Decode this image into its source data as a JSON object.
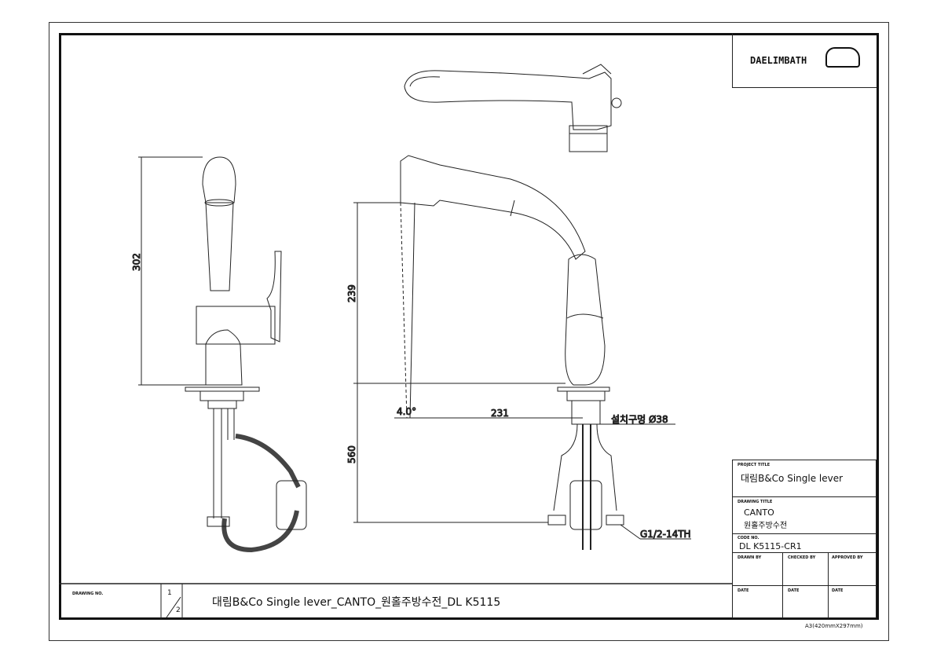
{
  "logo": {
    "text": "DAELIMBATH"
  },
  "dimensions": {
    "side_height": "302",
    "spout_height": "239",
    "angle": "4.0°",
    "reach": "231",
    "hole": "설치구멍 Ø38",
    "below_deck": "560",
    "thread": "G1/2-14TH"
  },
  "title_block": {
    "project_title_label": "PROJECT TITLE",
    "project_title": "대림B&Co Single lever",
    "drawing_title_label": "DRAWING TITLE",
    "drawing_title_line1": "CANTO",
    "drawing_title_line2": "원홀주방수전",
    "code_no_label": "CODE NO.",
    "code_no": "DL K5115-CR1",
    "drawn_by": "DRAWN BY",
    "checked_by": "CHECKED BY",
    "approved_by": "APPROVED BY",
    "date1": "DATE",
    "date2": "DATE",
    "date3": "DATE"
  },
  "bottom_strip": {
    "drawing_no_label": "DRAWING NO.",
    "sheet_num": "1",
    "sheet_den": "2",
    "drawing_name": "대림B&Co Single lever_CANTO_원홀주방수전_DL K5115"
  },
  "paper_size": "A3(420mmX297mm)"
}
